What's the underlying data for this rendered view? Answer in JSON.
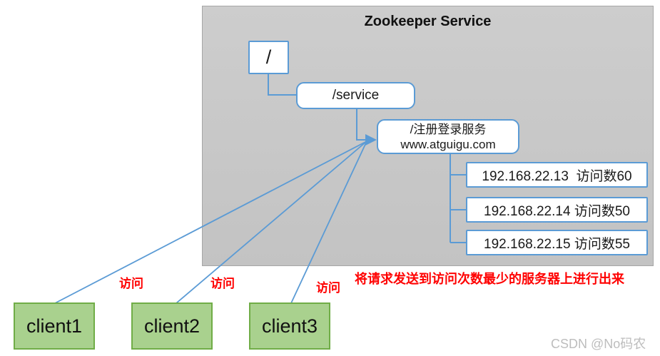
{
  "panel": {
    "title": "Zookeeper Service"
  },
  "tree": {
    "root_label": "/",
    "service_label": "/service",
    "registry": {
      "line1": "/注册登录服务",
      "line2": "www.atguigu.com"
    },
    "servers": [
      {
        "label": "192.168.22.13  访问数60"
      },
      {
        "label": "192.168.22.14 访问数50"
      },
      {
        "label": "192.168.22.15 访问数55"
      }
    ]
  },
  "clients": [
    {
      "label": "client1"
    },
    {
      "label": "client2"
    },
    {
      "label": "client3"
    }
  ],
  "access_labels": [
    "访问",
    "访问",
    "访问"
  ],
  "note": "将请求发送到访问次数最少的服务器上进行出来",
  "watermark": "CSDN @No码农",
  "colors": {
    "line_blue": "#5b9bd5",
    "client_green": "#a9d18e",
    "client_border_green": "#70ad47",
    "panel_gray": "#c7c7c7",
    "note_red": "#ff0000"
  }
}
